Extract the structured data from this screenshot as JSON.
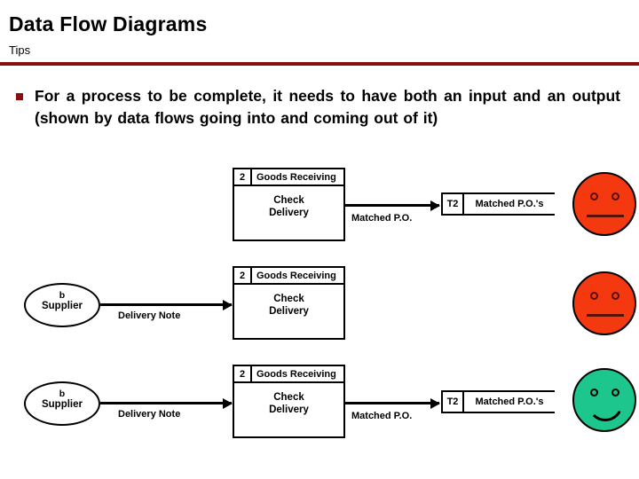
{
  "header": {
    "title": "Data Flow Diagrams",
    "subtitle": "Tips",
    "rule_color": "#8a1010"
  },
  "bullet": {
    "marker": "square-bullet",
    "text": "For a process to be complete, it needs to have both an input and an output (shown by data flows going into and coming out of it)"
  },
  "shared": {
    "process_number": "2",
    "process_owner": "Goods Receiving",
    "process_name": "Check\nDelivery",
    "entity_id": "b",
    "entity_name": "Supplier",
    "store_id": "T2",
    "store_name": "Matched P.O.'s",
    "flow_in_label": "Delivery Note",
    "flow_out_label": "Matched P.O."
  },
  "colors": {
    "face_bad": "#f4380f",
    "face_good": "#1cc68d",
    "outline": "#000000"
  },
  "rows": [
    {
      "id": "row-1",
      "has_entity": false,
      "has_input_flow": false,
      "has_output_flow": true,
      "has_store": true,
      "verdict": "neutral-sad-face",
      "verdict_color": "#f4380f"
    },
    {
      "id": "row-2",
      "has_entity": true,
      "has_input_flow": true,
      "has_output_flow": false,
      "has_store": false,
      "verdict": "neutral-sad-face",
      "verdict_color": "#f4380f"
    },
    {
      "id": "row-3",
      "has_entity": true,
      "has_input_flow": true,
      "has_output_flow": true,
      "has_store": true,
      "verdict": "happy-face",
      "verdict_color": "#1cc68d"
    }
  ]
}
